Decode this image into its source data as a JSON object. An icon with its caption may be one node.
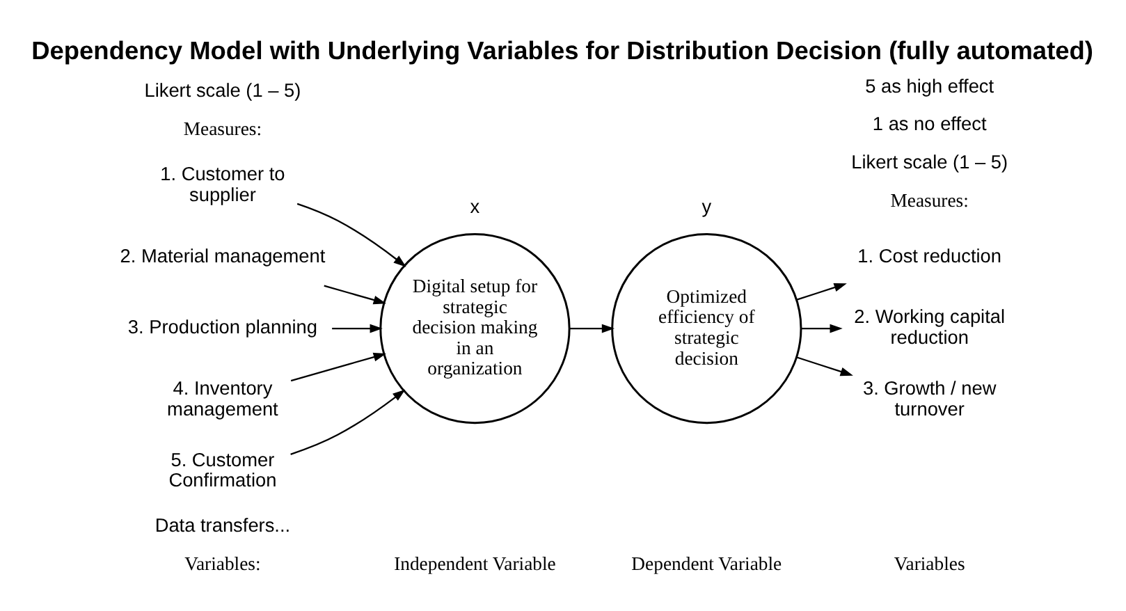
{
  "diagram": {
    "title": "Dependency Model with Underlying Variables for Distribution Decision (fully automated)",
    "nodes": [
      {
        "text": [
          "1. Customer to supplier"
        ]
      },
      {
        "text": [
          "2. Material management"
        ]
      },
      {
        "text": [
          "3. Production planning"
        ]
      },
      {
        "text": [
          "4. Inventory management"
        ]
      },
      {
        "text": [
          "5. Customer Confirmation"
        ]
      },
      {
        "text": [
          "Digital setup for strategic decision making in an organization"
        ]
      },
      {
        "text": [
          "Optimized efficiency of strategic decision"
        ]
      },
      {
        "text": [
          "1. Cost reduction"
        ]
      },
      {
        "text": [
          "2. Working capital reduction"
        ]
      },
      {
        "text": [
          "3. Growth / new turnover"
        ]
      }
    ],
    "edges": [
      {
        "from": 0,
        "to": 5,
        "arrow": "to"
      },
      {
        "from": 1,
        "to": 5,
        "arrow": "to"
      },
      {
        "from": 2,
        "to": 5,
        "arrow": "to"
      },
      {
        "from": 3,
        "to": 5,
        "arrow": "to"
      },
      {
        "from": 4,
        "to": 5,
        "arrow": "to"
      },
      {
        "from": 5,
        "to": 6,
        "arrow": "to"
      },
      {
        "from": 6,
        "to": 7,
        "arrow": "to"
      },
      {
        "from": 6,
        "to": 8,
        "arrow": "to"
      },
      {
        "from": 6,
        "to": 9,
        "arrow": "to"
      }
    ],
    "labels": [
      "Variables:",
      "Independent Variable",
      "Dependent Variable",
      "Variables",
      "x",
      "y",
      "Data transfers...",
      "Measures:",
      "Likert scale (1 – 5)",
      "Measures:",
      "Likert scale (1 – 5)",
      "1 as no effect",
      "5 as high effect"
    ]
  }
}
